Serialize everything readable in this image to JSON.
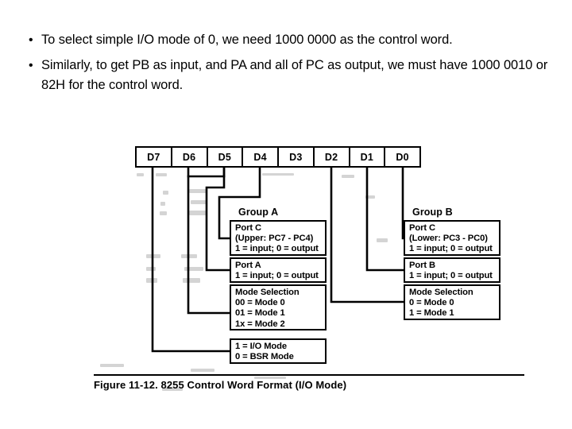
{
  "slide": {
    "bullets": [
      "To select simple I/O mode of 0, we need 1000 0000 as the control word.",
      "Similarly, to get PB as input, and PA and all of PC as output, we must have 1000 0010 or 82H for the control word."
    ],
    "bullet_marker": "•"
  },
  "figure": {
    "caption": "Figure 11-12. 8255 Control Word Format (I/O Mode)",
    "bits": [
      {
        "label": "D7"
      },
      {
        "label": "D6"
      },
      {
        "label": "D5"
      },
      {
        "label": "D4"
      },
      {
        "label": "D3"
      },
      {
        "label": "D2"
      },
      {
        "label": "D1"
      },
      {
        "label": "D0"
      }
    ],
    "group_a": {
      "heading": "Group A",
      "port_c": {
        "line1": "Port C",
        "line2": "(Upper: PC7 - PC4)",
        "line3": "1 = input; 0 = output"
      },
      "port_a": {
        "line1": "Port A",
        "line2": "1 = input; 0 = output"
      },
      "mode_selection": {
        "line1": "Mode Selection",
        "line2": "00 = Mode 0",
        "line3": "01 = Mode 1",
        "line4": "1x = Mode 2"
      },
      "io_mode": {
        "line1": "1 = I/O Mode",
        "line2": "0 = BSR Mode"
      }
    },
    "group_b": {
      "heading": "Group B",
      "port_c": {
        "line1": "Port C",
        "line2": "(Lower: PC3 - PC0)",
        "line3": "1 = input; 0 = output"
      },
      "port_b": {
        "line1": "Port B",
        "line2": "1 = input; 0 = output"
      },
      "mode_selection": {
        "line1": "Mode Selection",
        "line2": "0 = Mode 0",
        "line3": "1 = Mode 1"
      }
    }
  },
  "colors": {
    "ink": "#000000",
    "paper": "#ffffff"
  }
}
